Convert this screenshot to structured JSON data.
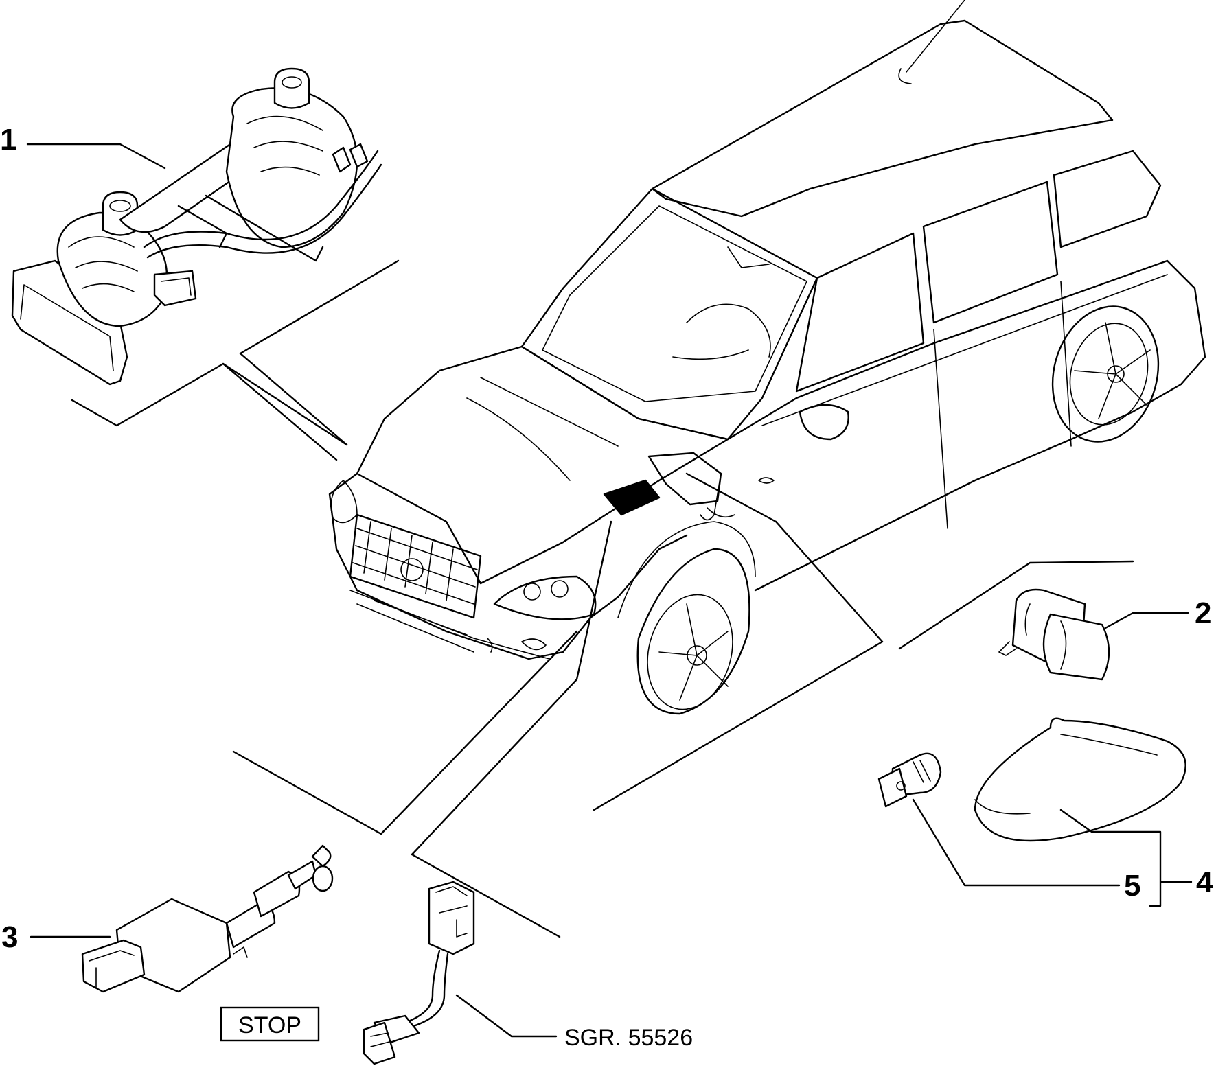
{
  "callouts": {
    "c1": "1",
    "c2": "2",
    "c3": "3",
    "c4": "4",
    "c5": "5"
  },
  "labels": {
    "stop": "STOP",
    "ref": "SGR. 55526"
  }
}
